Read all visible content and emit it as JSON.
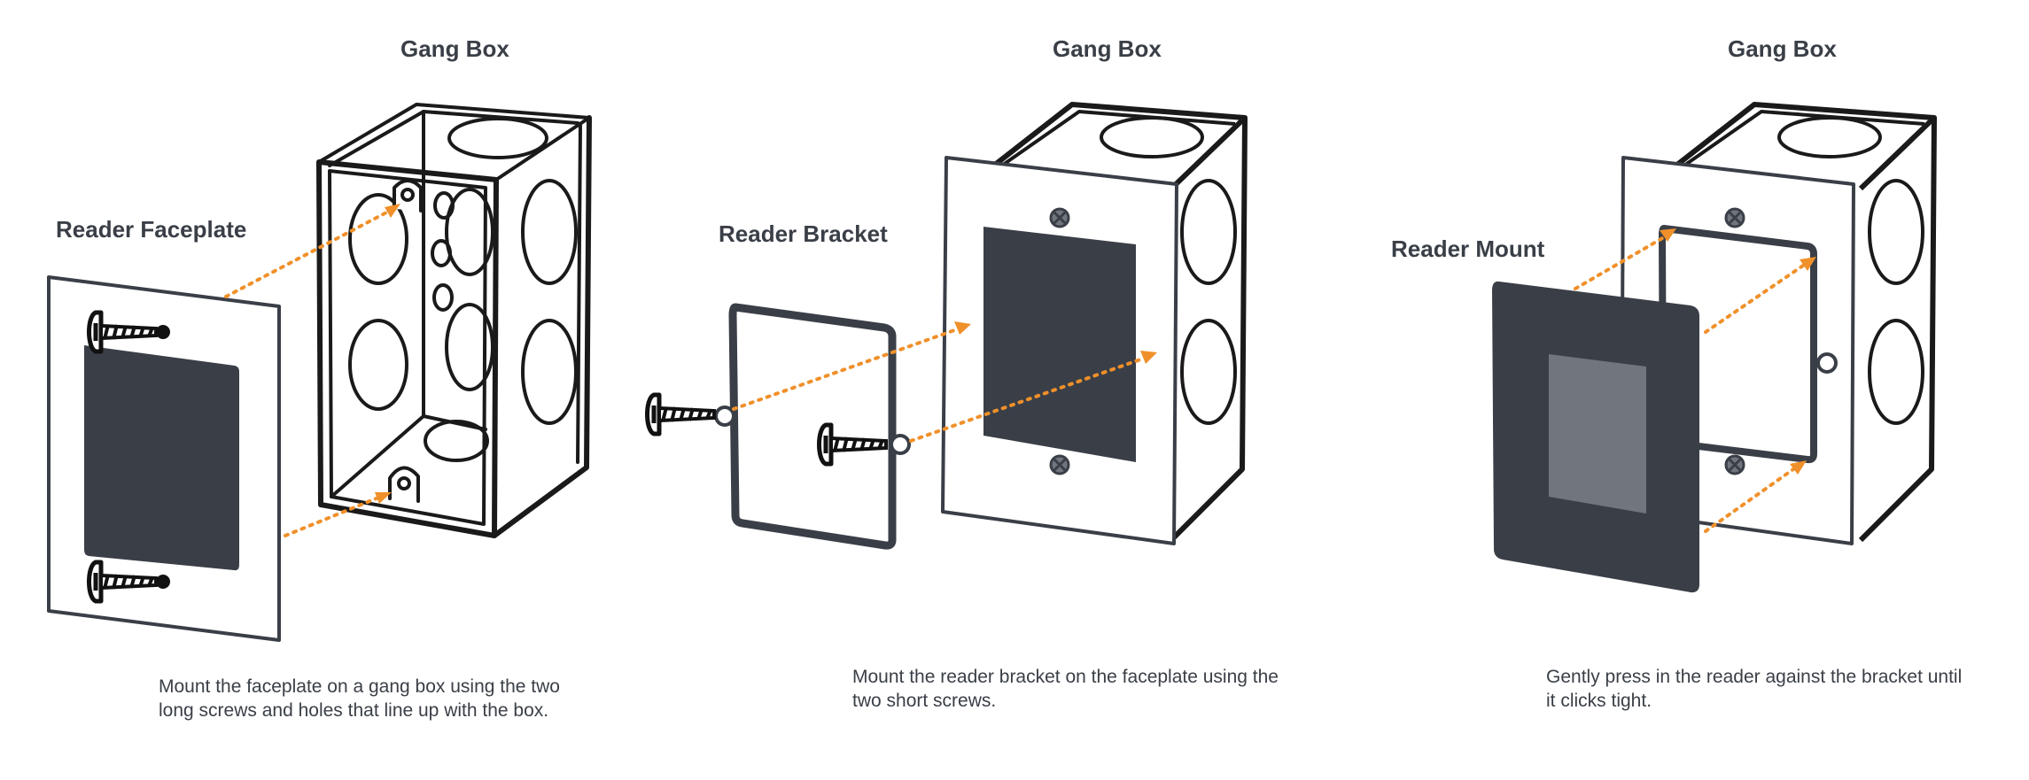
{
  "panels": [
    {
      "gang_box_label": "Gang Box",
      "part_label": "Reader Faceplate",
      "caption_line1": "Mount the faceplate on a gang box using the two",
      "caption_line2": "long screws and holes that line up with the box."
    },
    {
      "gang_box_label": "Gang Box",
      "part_label": "Reader Bracket",
      "caption_line1": "Mount the reader bracket on the faceplate using the",
      "caption_line2": "two short screws."
    },
    {
      "gang_box_label": "Gang Box",
      "part_label": "Reader Mount",
      "caption_line1": "Gently press in the reader against the bracket until",
      "caption_line2": "it clicks tight."
    }
  ],
  "colors": {
    "outline": "#3a3f47",
    "dark_fill": "#3a3f47",
    "screen_fill": "#70757e",
    "arrow": "#f0902a",
    "sketch": "#1a1a1a"
  }
}
